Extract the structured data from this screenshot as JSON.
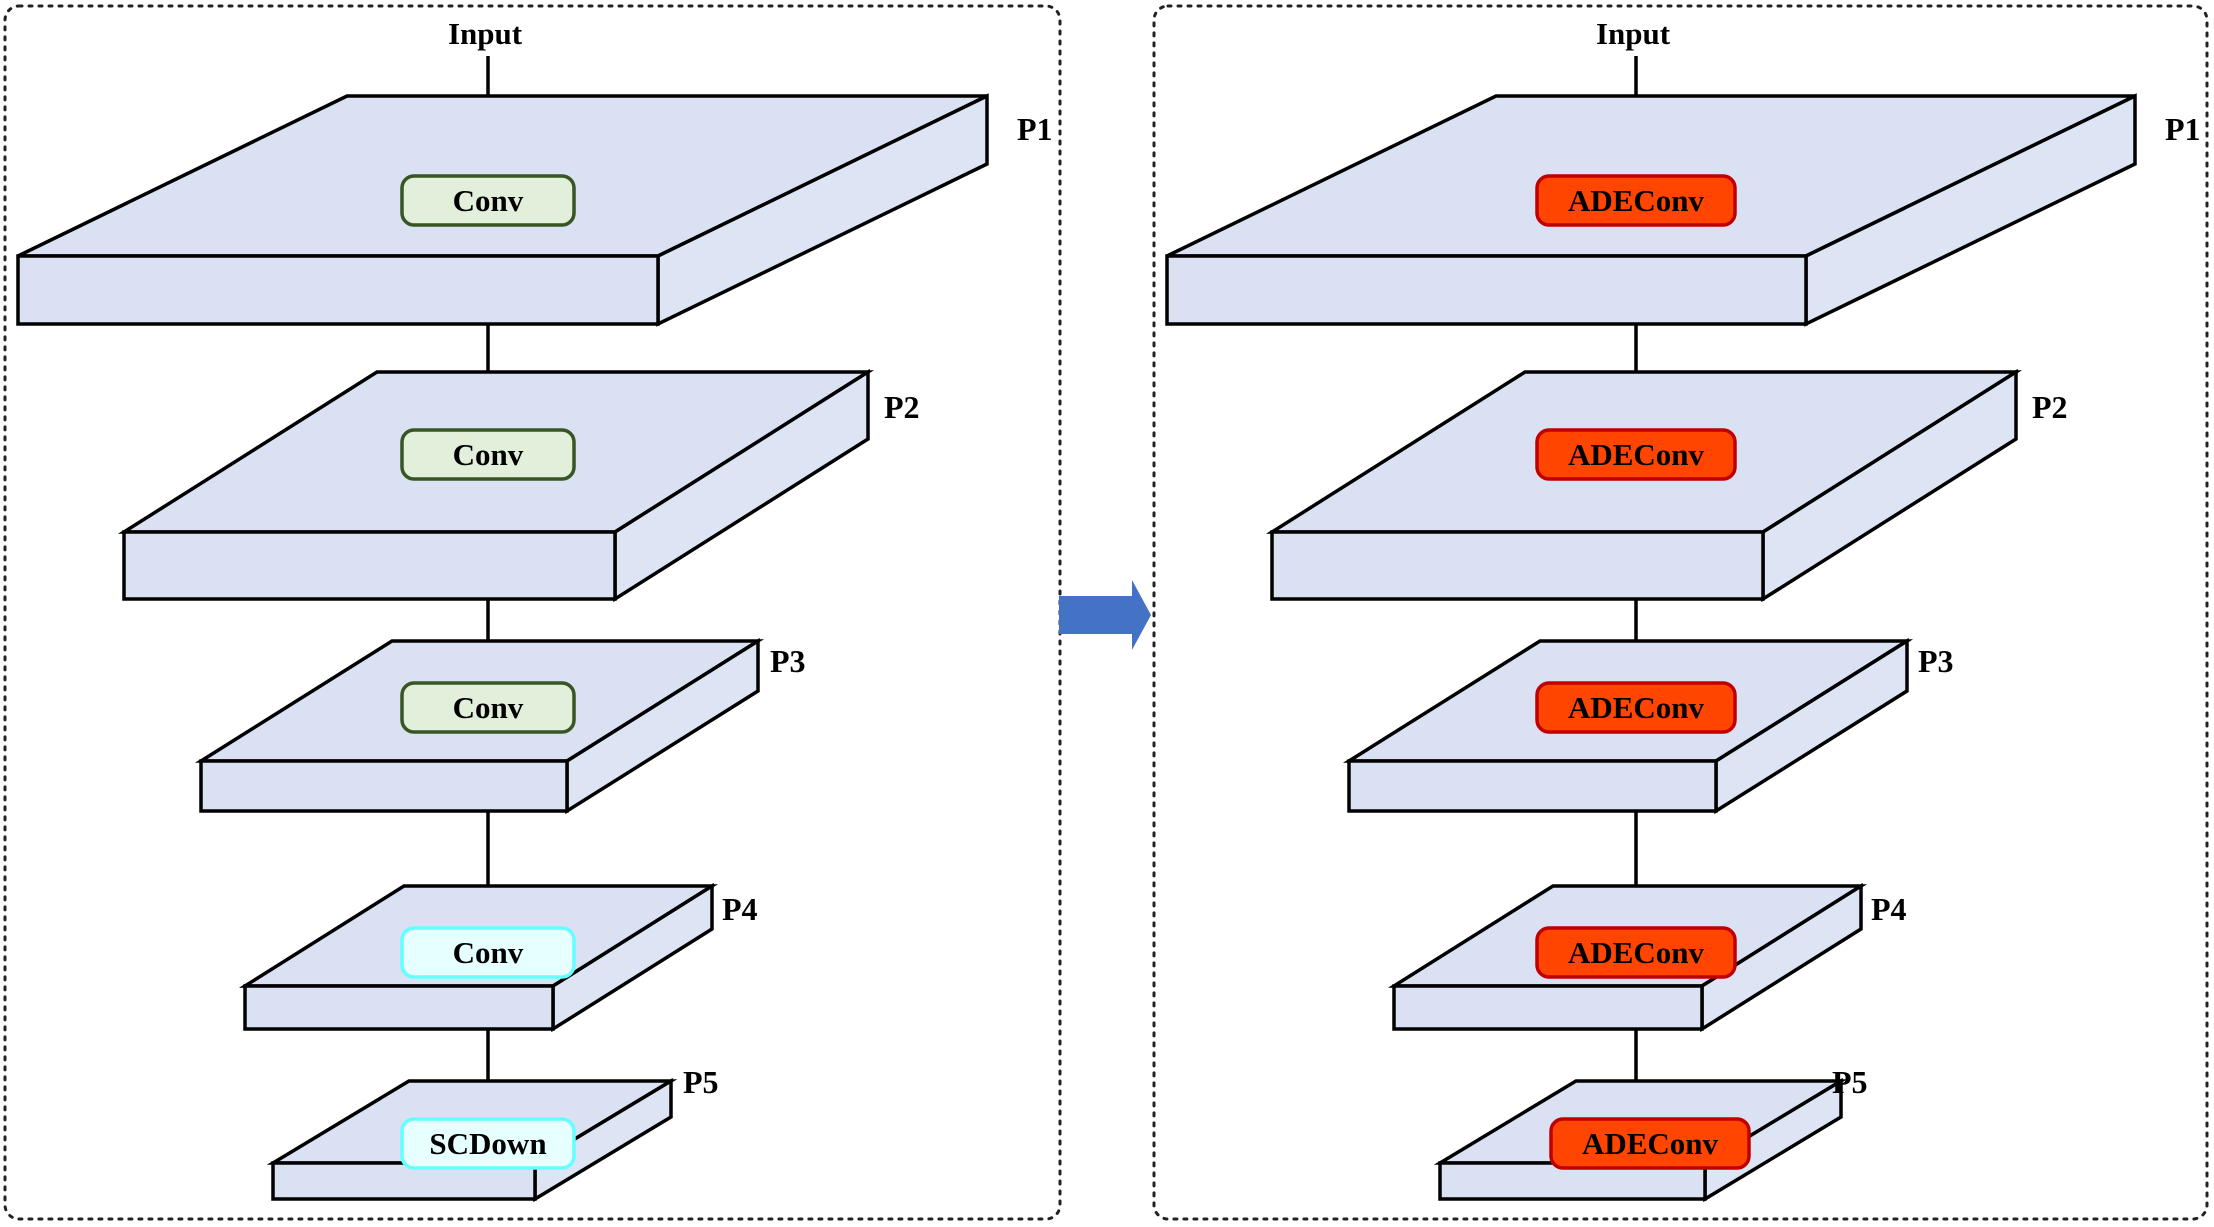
{
  "colors": {
    "slab_top": "#d9e1f2",
    "slab_front": "#dae1f2",
    "slab_side": "#dde4f3",
    "conv_green_fill": "#e2efda",
    "conv_green_stroke": "#375623",
    "conv_cyan_fill": "#e6ffff",
    "conv_cyan_stroke": "#66ffff",
    "adeconv_fill": "#ff4500",
    "adeconv_stroke": "#c00000",
    "transition_arrow": "#4472c4"
  },
  "icons": {
    "transition": "right-arrow-icon"
  },
  "panels": [
    {
      "id": "left",
      "input_label": "Input",
      "levels": [
        {
          "label": "P1",
          "block": "Conv",
          "style": "green"
        },
        {
          "label": "P2",
          "block": "Conv",
          "style": "green"
        },
        {
          "label": "P3",
          "block": "Conv",
          "style": "green"
        },
        {
          "label": "P4",
          "block": "Conv",
          "style": "cyan"
        },
        {
          "label": "P5",
          "block": "SCDown",
          "style": "cyan"
        }
      ]
    },
    {
      "id": "right",
      "input_label": "Input",
      "levels": [
        {
          "label": "P1",
          "block": "ADEConv",
          "style": "red"
        },
        {
          "label": "P2",
          "block": "ADEConv",
          "style": "red"
        },
        {
          "label": "P3",
          "block": "ADEConv",
          "style": "red"
        },
        {
          "label": "P4",
          "block": "ADEConv",
          "style": "red"
        },
        {
          "label": "P5",
          "block": "ADEConv",
          "style": "red"
        }
      ]
    }
  ]
}
